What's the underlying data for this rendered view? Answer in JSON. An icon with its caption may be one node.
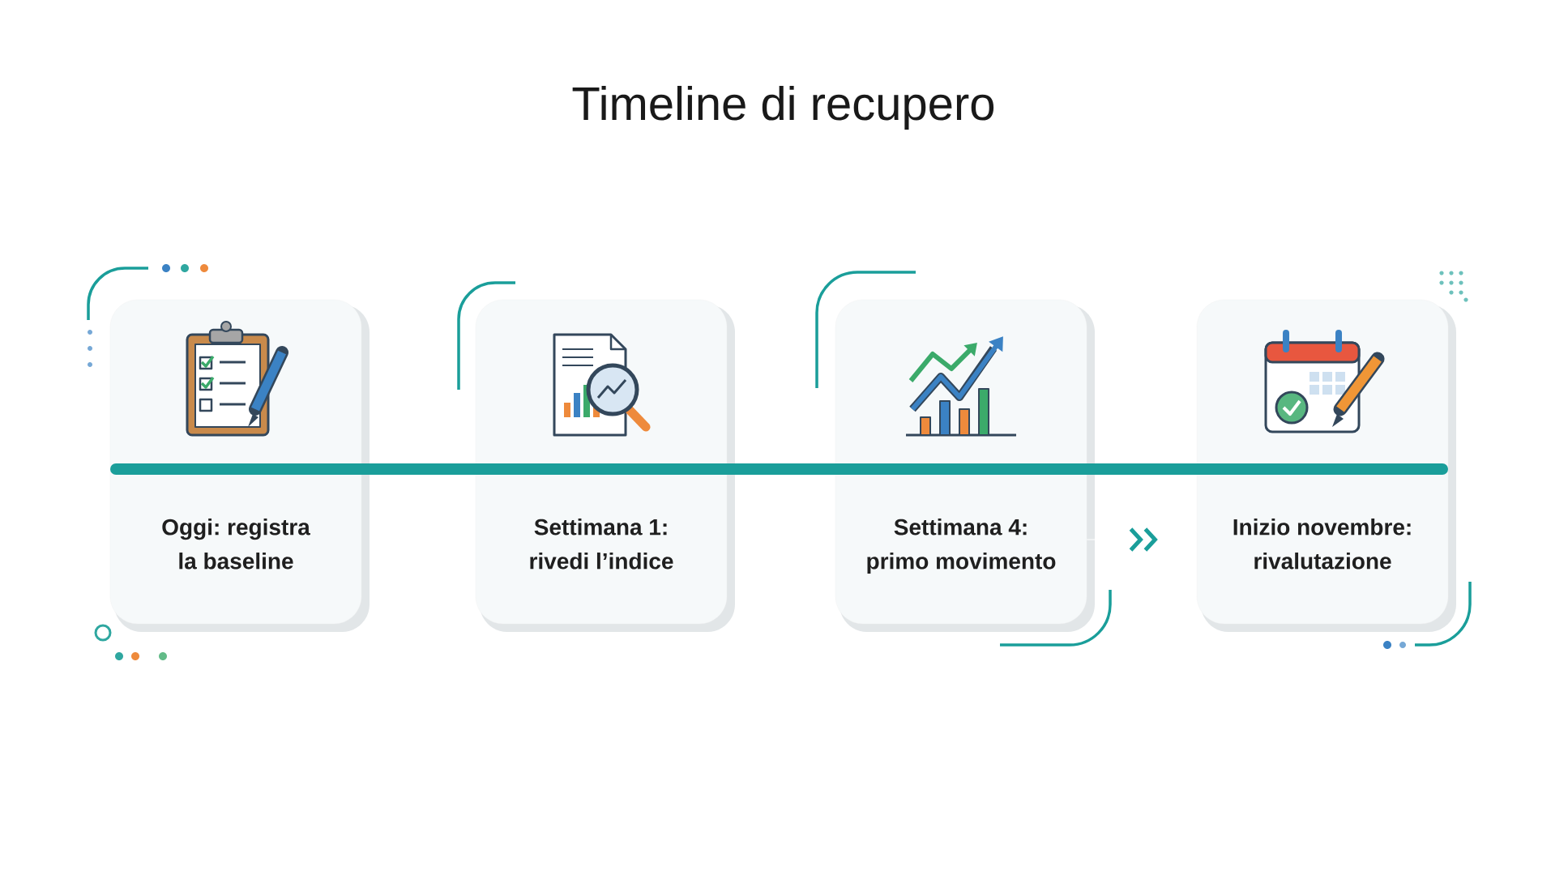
{
  "diagram": {
    "title": "Timeline di recupero",
    "nodes": [
      {
        "text": [
          "Oggi: registra la baseline"
        ]
      },
      {
        "text": [
          "Settimana 1: rivedi l’indice"
        ]
      },
      {
        "text": [
          "Settimana 4: primo movimento"
        ]
      },
      {
        "text": [
          "Inizio novembre: rivalutazione"
        ]
      }
    ],
    "edges": [
      {
        "from": 2,
        "to": 3,
        "arrow": "to"
      }
    ]
  }
}
